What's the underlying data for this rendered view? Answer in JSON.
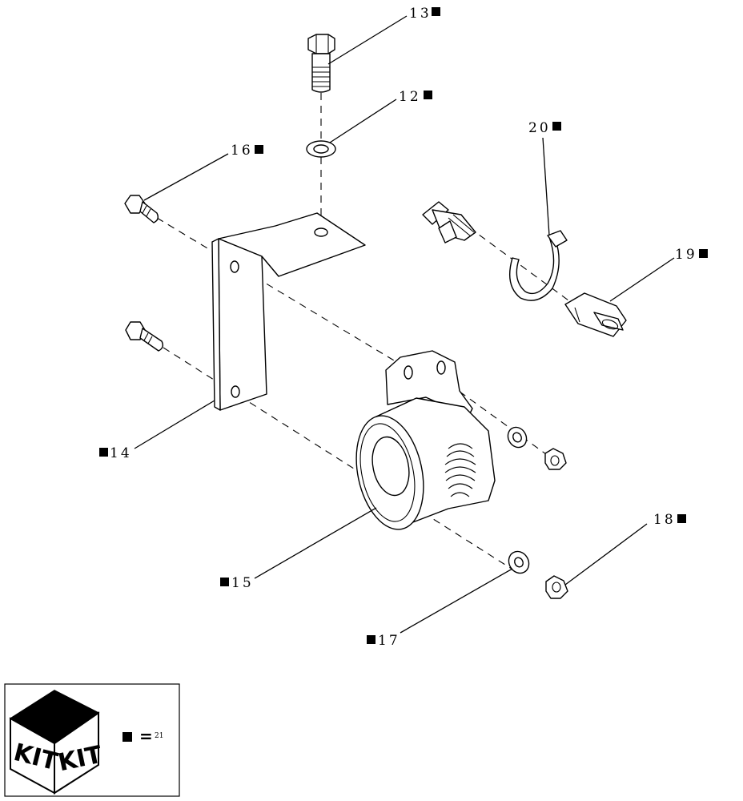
{
  "callouts": [
    {
      "id": "c13",
      "label": "13"
    },
    {
      "id": "c12",
      "label": "12"
    },
    {
      "id": "c16",
      "label": "16"
    },
    {
      "id": "c20",
      "label": "20"
    },
    {
      "id": "c19",
      "label": "19"
    },
    {
      "id": "c14",
      "label": "14"
    },
    {
      "id": "c15",
      "label": "15"
    },
    {
      "id": "c18",
      "label": "18"
    },
    {
      "id": "c17",
      "label": "17"
    }
  ],
  "legend": {
    "kit_left": "KIT",
    "kit_right": "KIT",
    "equals": "=",
    "kit_number": "21"
  },
  "colors": {
    "line": "#000000",
    "background": "#ffffff"
  }
}
